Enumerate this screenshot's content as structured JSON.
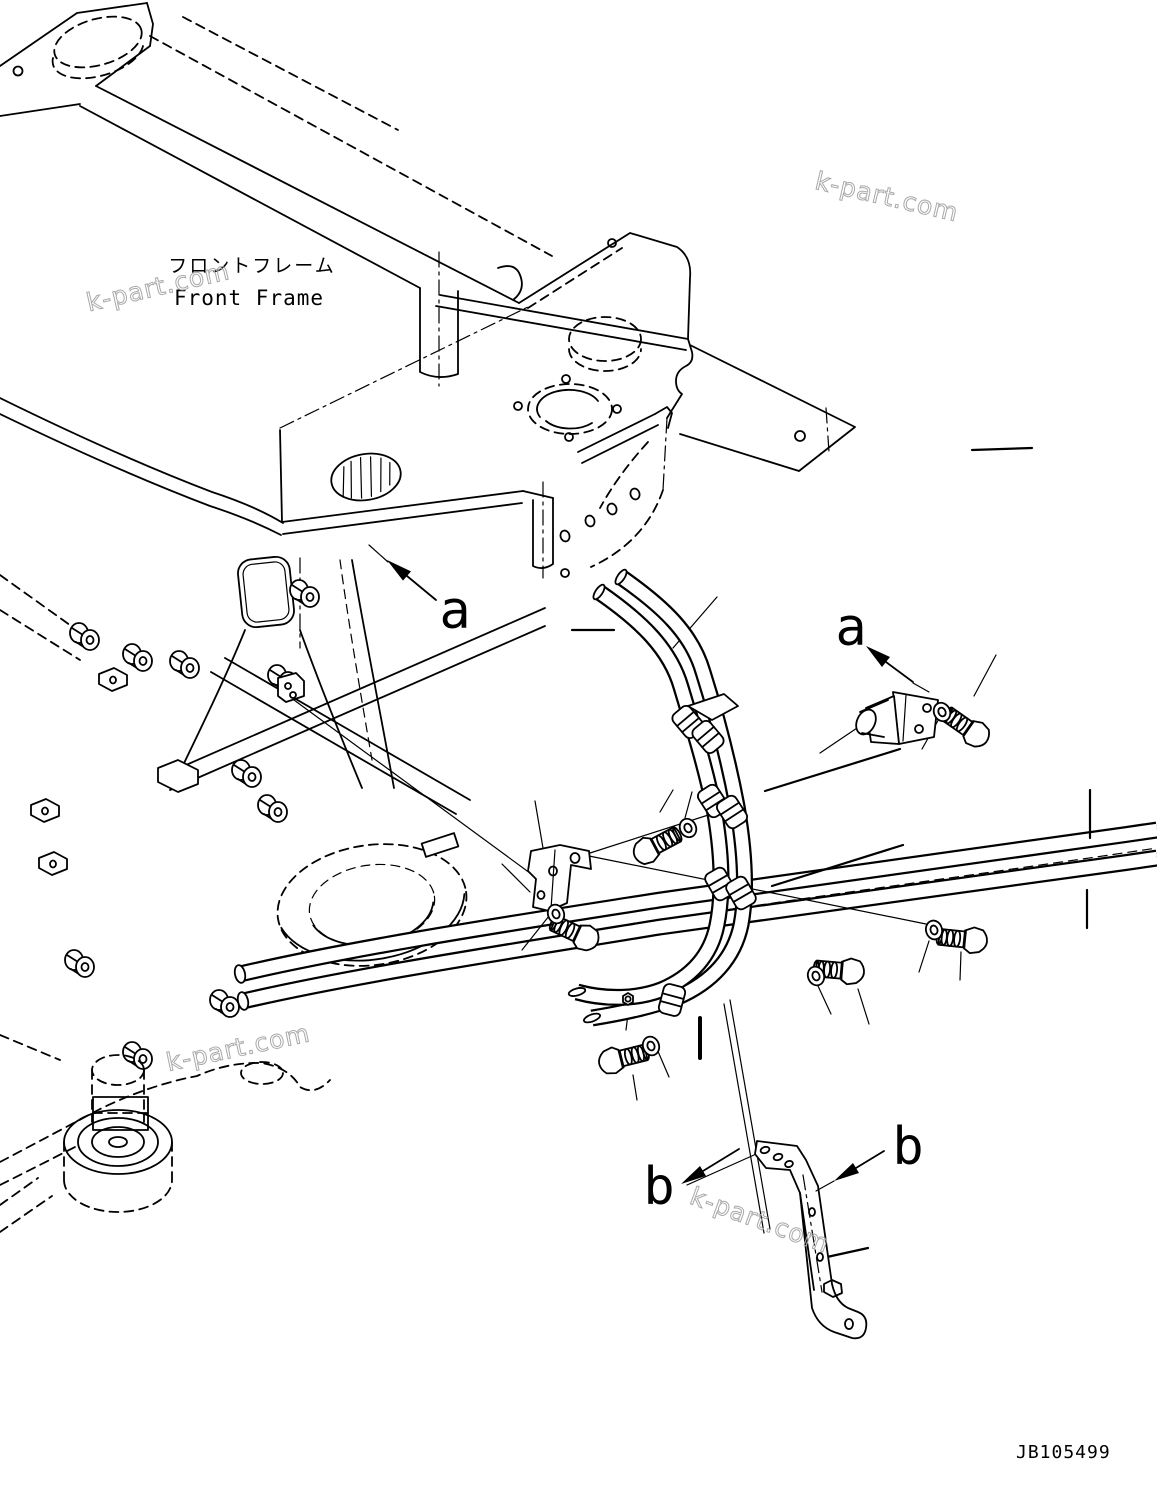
{
  "page": {
    "background": "#ffffff",
    "line_color": "#000000",
    "watermark_color": "#a9a9a9",
    "kind": "parts-catalog line drawing"
  },
  "frame_label": {
    "jp": "フロントフレーム",
    "en": "Front Frame"
  },
  "callouts": [
    {
      "id": "a-left",
      "text": "a"
    },
    {
      "id": "a-right",
      "text": "a"
    },
    {
      "id": "b-left",
      "text": "b"
    },
    {
      "id": "b-right",
      "text": "b"
    }
  ],
  "watermarks": [
    {
      "text": "k-part.com"
    },
    {
      "text": "k-part.com"
    },
    {
      "text": "k-part.com"
    },
    {
      "text": "k-part.com"
    }
  ],
  "drawing_number": "JB105499"
}
